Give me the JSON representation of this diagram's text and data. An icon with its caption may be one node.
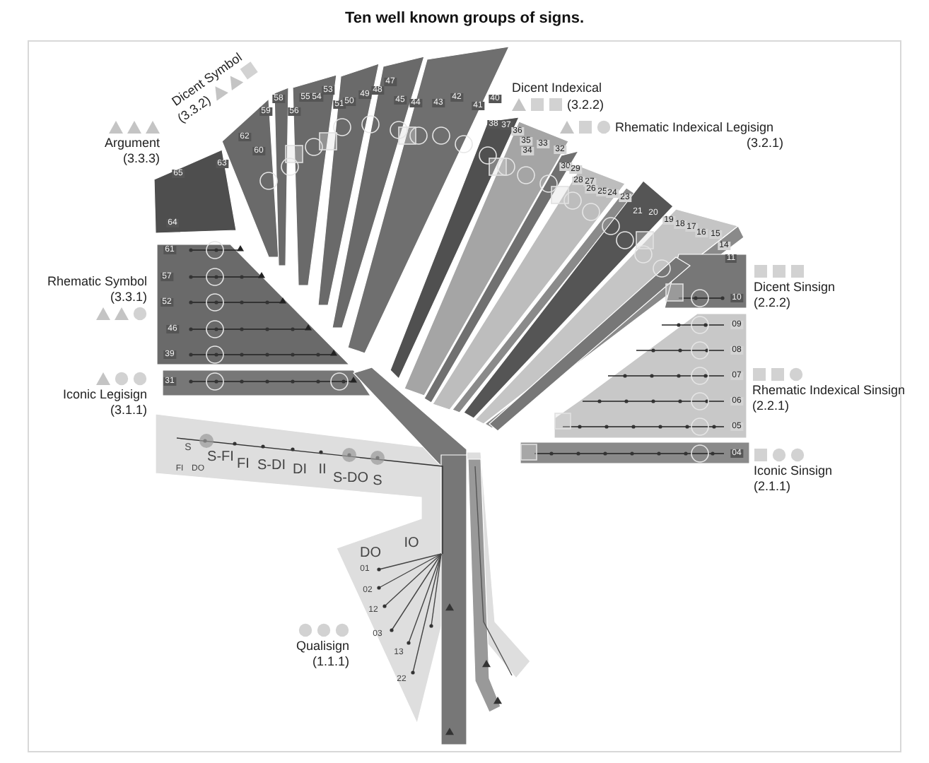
{
  "diagram": {
    "title": "Ten well known groups of signs.",
    "nodes": [
      {
        "text": [
          "Argument",
          "(3.3.3)"
        ]
      },
      {
        "text": [
          "Dicent Symbol",
          "(3.3.2)"
        ]
      },
      {
        "text": [
          "Dicent Indexical",
          "(3.2.2)"
        ]
      },
      {
        "text": [
          "Rhematic Indexical Legisign",
          "(3.2.1)"
        ]
      },
      {
        "text": [
          "Dicent Sinsign",
          "(2.2.2)"
        ]
      },
      {
        "text": [
          "Rhematic Indexical Sinsign",
          "(2.2.1)"
        ]
      },
      {
        "text": [
          "Iconic Sinsign",
          "(2.1.1)"
        ]
      },
      {
        "text": [
          "Rhematic Symbol",
          "(3.3.1)"
        ]
      },
      {
        "text": [
          "Iconic Legisign",
          "(3.1.1)"
        ]
      },
      {
        "text": [
          "Qualisign",
          "(1.1.1)"
        ]
      }
    ],
    "labels": [
      "65",
      "63",
      "62",
      "60",
      "59",
      "58",
      "56",
      "55",
      "54",
      "53",
      "51",
      "50",
      "49",
      "48",
      "47",
      "45",
      "44",
      "43",
      "42",
      "41",
      "40",
      "38",
      "37",
      "36",
      "35",
      "34",
      "33",
      "32",
      "30",
      "29",
      "28",
      "27",
      "26",
      "25",
      "24",
      "23",
      "21",
      "20",
      "19",
      "18",
      "17",
      "16",
      "15",
      "14",
      "11",
      "64",
      "61",
      "57",
      "52",
      "46",
      "39",
      "31",
      "10",
      "09",
      "08",
      "07",
      "06",
      "05",
      "04",
      "S",
      "S-FI",
      "FI",
      "DO",
      "FI",
      "S-DI",
      "DI",
      "II",
      "S-DO",
      "S",
      "DO",
      "IO",
      "01",
      "02",
      "12",
      "03",
      "13",
      "22"
    ]
  }
}
